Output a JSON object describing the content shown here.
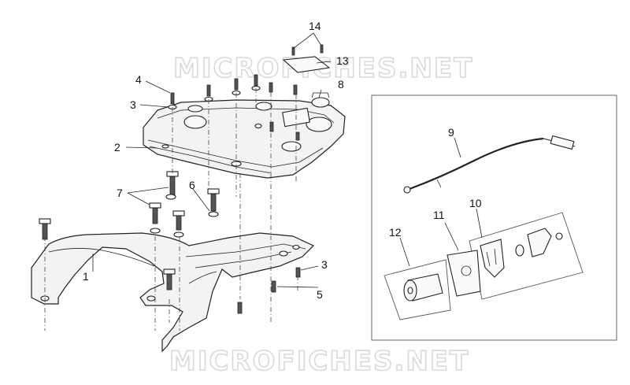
{
  "watermark": {
    "text": "MICROFICHES.NET"
  },
  "callouts": [
    "1",
    "2",
    "3",
    "3",
    "4",
    "5",
    "6",
    "7",
    "8",
    "9",
    "10",
    "11",
    "12",
    "13",
    "14"
  ]
}
